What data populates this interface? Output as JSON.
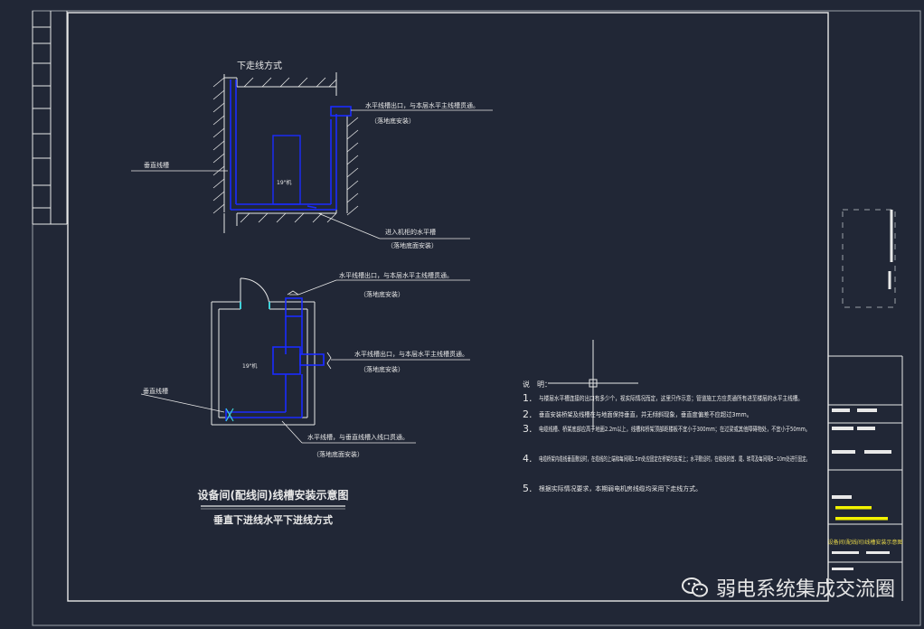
{
  "drawing": {
    "top_view_title": "下走线方式",
    "labels": {
      "vertical_tray_top": "垂直线槽",
      "horizontal_outlet_top": "水平线槽出口，与本层水平主线槽贯通。",
      "floor_install_note": "（落地底安装）",
      "rack_top": "19\"机",
      "floor_tray_connect": "进入机柜的水平槽",
      "floor_install_note2": "（落地底面安装）",
      "horizontal_outlet_mid": "水平线槽出口，与本层水平主线槽贯通。",
      "floor_install_note3": "（落地底安装）",
      "rack_bottom": "19\"机",
      "horizontal_outlet_right": "水平线槽出口，与本层水平主线槽贯通。",
      "floor_install_note4": "（落地底安装）",
      "vertical_tray_bottom": "垂直线槽",
      "horizontal_tray_bottom": "水平线槽，与垂直线槽入线口贯通。",
      "floor_install_note5": "（落地底面安装）"
    },
    "main_title": "设备间(配线间)线槽安装示意图",
    "sub_title": "垂直下进线水平下进线方式",
    "notes_header": "说　明：",
    "notes": [
      {
        "num": "1.",
        "text": "与楼层水平槽连接的出口有多少个，视实际情况而定，这里只作示意；管道施工方应贯通所有进至楼层的水平主线槽。"
      },
      {
        "num": "2.",
        "text": "垂直安装桥架及线槽在与地面保持垂直，并无倾斜现象，垂直度偏差不应超过3mm。"
      },
      {
        "num": "3.",
        "text": "电缆线槽、桥架底部应高于地面2.2m以上，线槽和桥架顶部距楼板不宜小于300mm；在过梁或其他障碍物处，不宜小于50mm。"
      },
      {
        "num": "4.",
        "text": "电缆桥架内缆线垂直敷设时，在缆线的上端和每间隔1.5m处应固定在桥架的支架上；水平敷设时，在缆线的首、尾、转弯及每间隔5~10m处进行固定。"
      },
      {
        "num": "5.",
        "text": "根据实际情况要求，本期弱电机房线缆均采用下走线方式。"
      }
    ],
    "title_block_name": "设备间(配线间)线槽安装示意图",
    "watermark": "弱电系统集成交流圈"
  },
  "colors": {
    "background": "#212736",
    "line_white": "#e8e8e8",
    "tray_blue": "#1a2cff",
    "accent_cyan": "#3fd0d8",
    "accent_yellow": "#f2f200"
  }
}
